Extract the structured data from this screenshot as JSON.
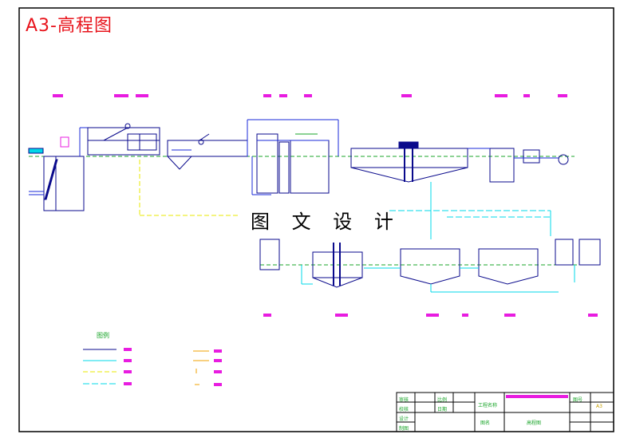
{
  "title": "A3-高程图",
  "watermark": "图 文 设 计",
  "legend": {
    "title": "图例"
  },
  "title_block": {
    "drawing_name": "高程图",
    "sheet_size": "A3",
    "scale_label": "比例",
    "date_label": "日期",
    "review_label": "审核",
    "design_label": "设计",
    "check_label": "校核",
    "drawn_label": "制图",
    "project_label": "工程名称",
    "map_name_label": "图名",
    "drawing_no_label": "图号"
  },
  "colors": {
    "frame": "#000000",
    "title": "#e8141c",
    "label_box": "#e81ce0",
    "structure": "#0a0a8c",
    "water_pipe": "#1a2ad8",
    "sludge_pipe": "#00d8e8",
    "ground_line": "#1aa52a",
    "return_line": "#e8e800",
    "aux": "#f0a000"
  }
}
